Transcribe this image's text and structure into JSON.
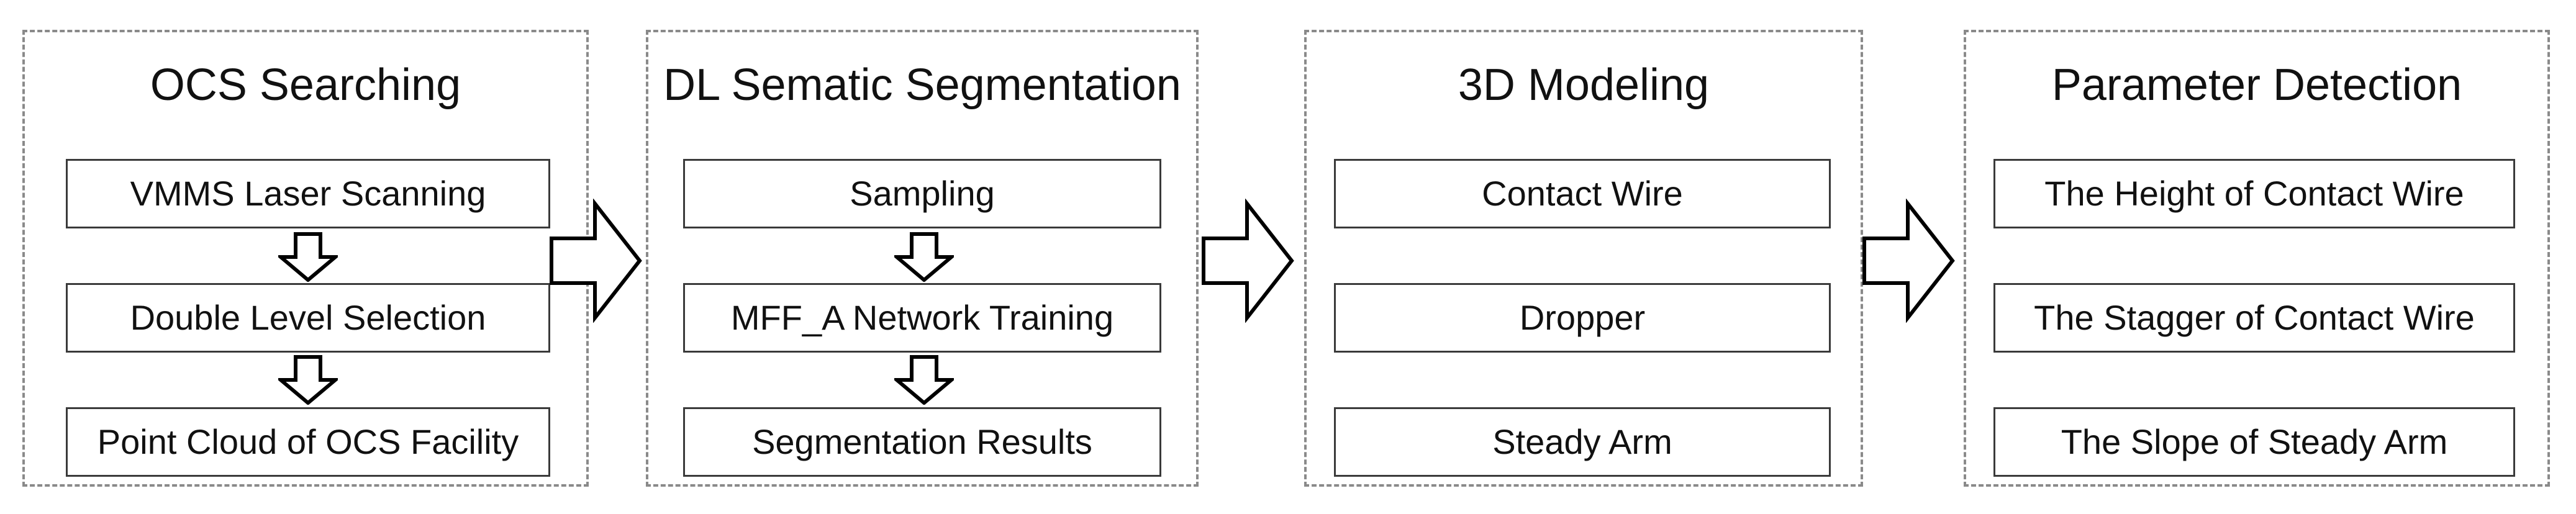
{
  "panels": [
    {
      "title": "OCS Searching",
      "steps": [
        "VMMS Laser Scanning",
        "Double Level Selection",
        "Point Cloud of OCS Facility"
      ]
    },
    {
      "title": "DL Sematic Segmentation",
      "steps": [
        "Sampling",
        "MFF_A Network Training",
        "Segmentation Results"
      ]
    },
    {
      "title": "3D Modeling",
      "steps": [
        "Contact Wire",
        "Dropper",
        "Steady Arm"
      ]
    },
    {
      "title": "Parameter Detection",
      "steps": [
        "The Height of Contact Wire",
        "The Stagger of Contact Wire",
        "The Slope of Steady Arm"
      ]
    }
  ],
  "colors": {
    "panel_border": "#8a8a8a",
    "step_border": "#3a3a3a",
    "arrow_stroke": "#000000",
    "text": "#111111"
  }
}
